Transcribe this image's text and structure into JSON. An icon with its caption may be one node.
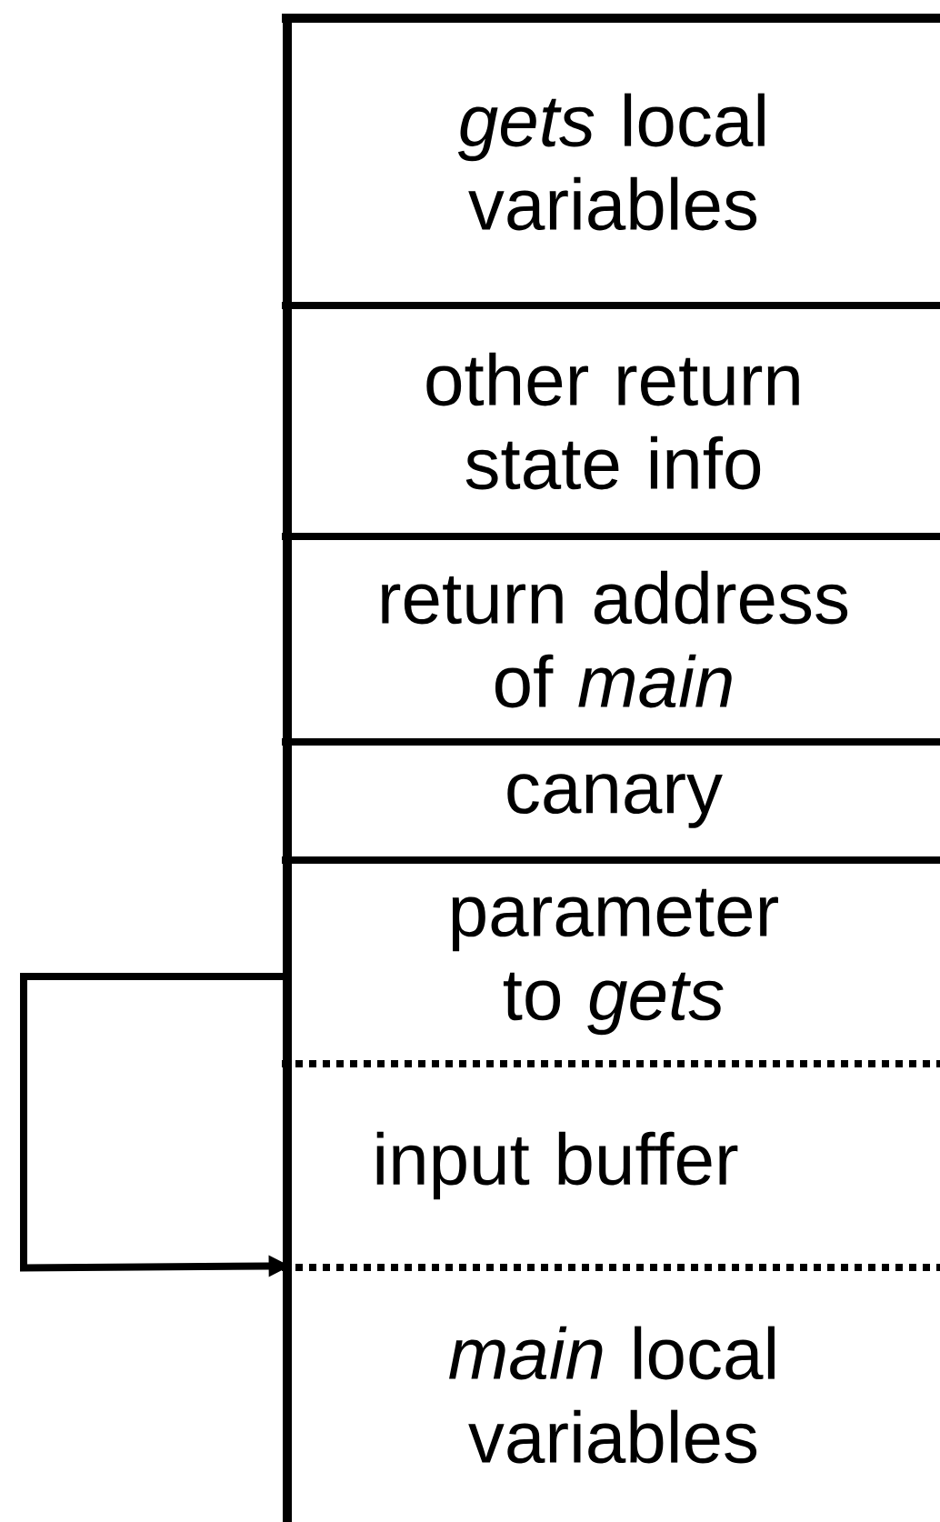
{
  "diagram": {
    "nodes": [
      {
        "text": [
          "*gets* local variables"
        ]
      },
      {
        "text": [
          "other return state info"
        ]
      },
      {
        "text": [
          "return address of *main*"
        ]
      },
      {
        "text": [
          "canary"
        ]
      },
      {
        "text": [
          "parameter to *gets*"
        ]
      },
      {
        "text": [
          "input buffer"
        ]
      },
      {
        "text": [
          "*main* local variables"
        ]
      }
    ],
    "edges": [
      {
        "from": 4,
        "to": 5,
        "arrow": "to"
      }
    ]
  }
}
